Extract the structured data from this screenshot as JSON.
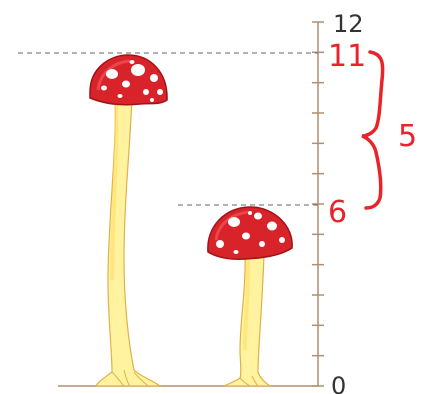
{
  "ruler": {
    "min": 0,
    "max": 12,
    "min_label": "0",
    "max_label": "12",
    "ticks": [
      0,
      1,
      2,
      3,
      4,
      5,
      6,
      7,
      8,
      9,
      10,
      11,
      12
    ],
    "color": "#b09070"
  },
  "mushrooms": [
    {
      "name": "tall-mushroom",
      "height": 11,
      "cap_color": "#d8232a"
    },
    {
      "name": "short-mushroom",
      "height": 6,
      "cap_color": "#d8232a"
    }
  ],
  "annotations": {
    "tall_height_label": "11",
    "short_height_label": "6",
    "difference_label": "5",
    "color": "#e8232a"
  },
  "colors": {
    "stem": "#fff3a0",
    "stem_outline": "#e0b04a",
    "cap": "#d8232a",
    "cap_dark": "#a01418",
    "spots": "#ffffff",
    "ground": "#b09070",
    "dashed": "#666666"
  }
}
